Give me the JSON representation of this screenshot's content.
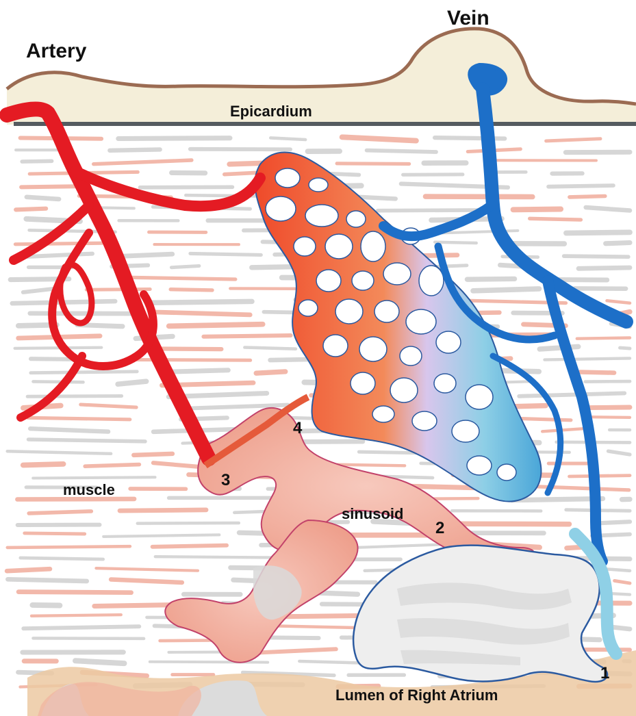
{
  "diagram": {
    "labels": {
      "artery": "Artery",
      "vein": "Vein",
      "epicardium": "Epicardium",
      "muscle": "muscle",
      "sinusoid": "sinusoid",
      "lumen": "Lumen of Right Atrium",
      "n1": "1",
      "n2": "2",
      "n3": "3",
      "n4": "4"
    },
    "colors": {
      "artery": "#e41b23",
      "vein": "#1d6fc8",
      "vein_light": "#8fd0e6",
      "capillary_orange": "#f06a3a",
      "capillary_lavender": "#d8c8ec",
      "sinusoid_pink": "#f3b7a8",
      "epicardium_fill": "#f4eed9",
      "epicardium_outline": "#9b6b52",
      "muscle_gray": "#cfcfcf",
      "muscle_pink": "#f1b5a5",
      "lumen_tan": "#e8c19a"
    }
  }
}
